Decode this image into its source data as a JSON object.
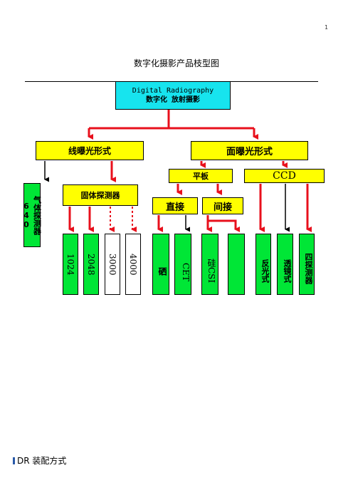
{
  "page_marker": "1",
  "doc_title": "数字化摄影产品枝型图",
  "root": {
    "line1": "Digital Radiography",
    "line2": "数字化 放射摄影"
  },
  "level1": {
    "left": "线曝光形式",
    "right": "面曝光形式"
  },
  "level2": {
    "flat_panel": "平板",
    "ccd": "CCD",
    "solid_detector": "固体探测器",
    "gas_detector": "气体探测器640"
  },
  "level3": {
    "direct": "直接",
    "indirect": "间接"
  },
  "leaves": {
    "r1024": "1024",
    "r2048": "2048",
    "r3000": "3000",
    "r4000": "4000",
    "selenium": "硒",
    "cet": "CET",
    "silicon_csi": "硅CSI",
    "blank": "",
    "reflective": "反光式",
    "lens": "透镜式",
    "four_detector": "四探测器"
  },
  "colors": {
    "arrow_red": "#e8101c",
    "arrow_black": "#000000",
    "cyan": "#17e4ee",
    "yellow": "#ffff00",
    "green": "#00e636"
  },
  "section_heading": "DR 装配方式"
}
